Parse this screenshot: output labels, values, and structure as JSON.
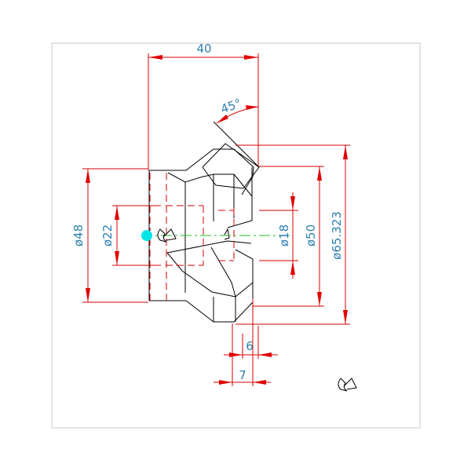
{
  "drawing": {
    "dimensions": {
      "length_40": "40",
      "angle_45": "45°",
      "dia_48": "ø48",
      "dia_22": "ø22",
      "dia_18": "ø18",
      "dia_50": "ø50",
      "dia_65": "ø65.323",
      "len_6": "6",
      "len_7": "7"
    },
    "colors": {
      "dimension": "#d40000",
      "text": "#2f7fae",
      "object": "#000000",
      "centerline": "#22bb22",
      "ucs_point": "#00e5e5"
    }
  }
}
